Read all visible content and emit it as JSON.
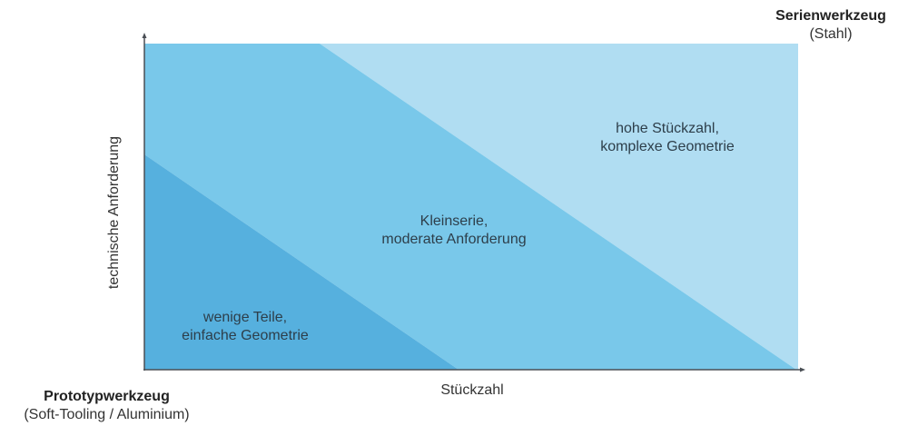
{
  "diagram": {
    "colors": {
      "zone_low": "#56b0de",
      "zone_mid": "#79c8ea",
      "zone_high": "#b0ddf2",
      "axis": "#4a4f55"
    },
    "x_axis_label": "Stückzahl",
    "y_axis_label": "technische Anforderung",
    "corner_bottom_left": {
      "title": "Prototypwerkzeug",
      "subtitle": "(Soft-Tooling / Aluminium)"
    },
    "corner_top_right": {
      "title": "Serienwerkzeug",
      "subtitle": "(Stahl)"
    },
    "zones": [
      {
        "id": "low",
        "line1": "wenige Teile,",
        "line2": "einfache Geometrie"
      },
      {
        "id": "mid",
        "line1": "Kleinserie,",
        "line2": "moderate Anforderung"
      },
      {
        "id": "high",
        "line1": "hohe Stückzahl,",
        "line2": "komplexe Geometrie"
      }
    ]
  }
}
